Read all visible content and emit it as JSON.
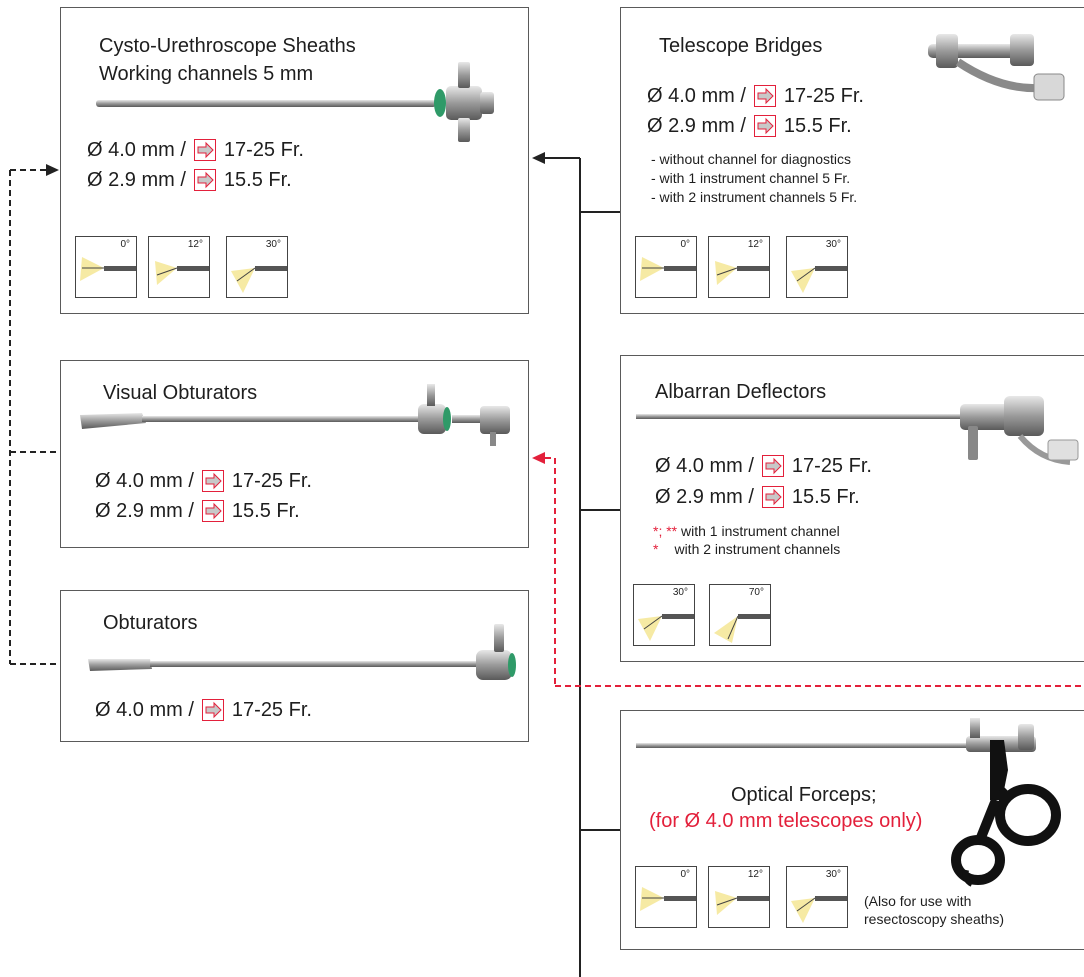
{
  "colors": {
    "accent_red": "#e3203b",
    "line": "#222222",
    "border": "#5a5a5a",
    "instrument_green": "#2f9a68"
  },
  "cysto": {
    "title1": "Cysto-Urethroscope Sheaths",
    "title2": "Working channels 5 mm",
    "spec1_diam": "Ø 4.0 mm /",
    "spec1_fr": "17-25 Fr.",
    "spec2_diam": "Ø 2.9 mm /",
    "spec2_fr": "15.5 Fr.",
    "angles": [
      "0°",
      "12°",
      "30°"
    ]
  },
  "bridges": {
    "title": "Telescope Bridges",
    "spec1_diam": "Ø 4.0 mm /",
    "spec1_fr": "17-25 Fr.",
    "spec2_diam": "Ø 2.9 mm /",
    "spec2_fr": "15.5 Fr.",
    "notes": [
      "- without channel for diagnostics",
      "- with 1 instrument channel 5 Fr.",
      "- with 2 instrument channels 5 Fr."
    ],
    "angles": [
      "0°",
      "12°",
      "30°"
    ]
  },
  "visual": {
    "title": "Visual Obturators",
    "spec1_diam": "Ø 4.0 mm /",
    "spec1_fr": "17-25 Fr.",
    "spec2_diam": "Ø 2.9 mm /",
    "spec2_fr": "15.5 Fr."
  },
  "albarran": {
    "title": "Albarran Deflectors",
    "spec1_diam": "Ø 4.0 mm /",
    "spec1_fr": "17-25 Fr.",
    "spec2_diam": "Ø 2.9 mm /",
    "spec2_fr": "15.5 Fr.",
    "note1_marks": "*; **",
    "note1_text": " with 1 instrument channel",
    "note2_mark": "*",
    "note2_text": "with 2 instrument channels",
    "angles": [
      "30°",
      "70°"
    ]
  },
  "obturators": {
    "title": "Obturators",
    "spec1_diam": "Ø 4.0 mm /",
    "spec1_fr": "17-25 Fr."
  },
  "forceps": {
    "title": "Optical Forceps;",
    "subtitle": "(for Ø 4.0 mm telescopes only)",
    "note1": "(Also for use with",
    "note2": "resectoscopy sheaths)",
    "angles": [
      "0°",
      "12°",
      "30°"
    ]
  }
}
